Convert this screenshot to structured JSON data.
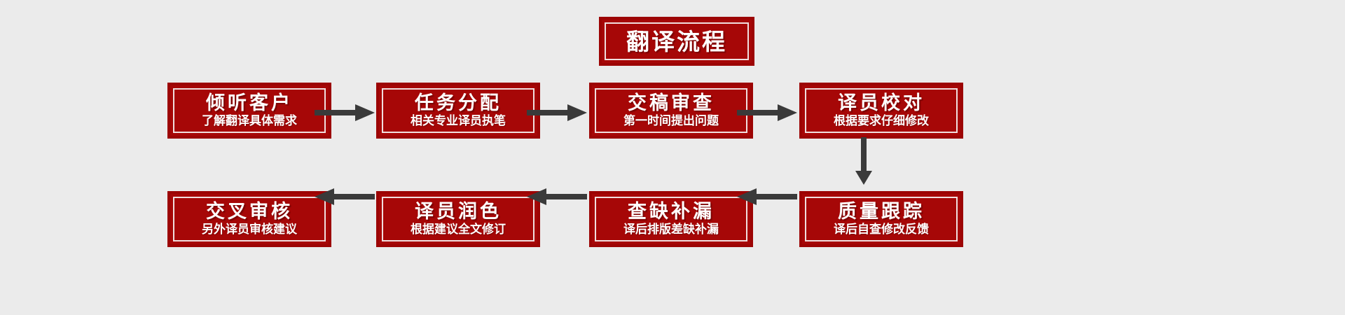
{
  "diagram": {
    "type": "flowchart",
    "title": "翻译流程",
    "background_color": "#ebebeb",
    "box_fill_color": "#a60707",
    "box_border_color": "#9c0404",
    "box_inner_border_color": "#f0dede",
    "text_color": "#ffffff",
    "arrow_color": "#3a3a3a",
    "steps": [
      {
        "index": 1,
        "head": "倾听客户",
        "sub": "了解翻译具体需求"
      },
      {
        "index": 2,
        "head": "任务分配",
        "sub": "相关专业译员执笔"
      },
      {
        "index": 3,
        "head": "交稿审查",
        "sub": "第一时间提出问题"
      },
      {
        "index": 4,
        "head": "译员校对",
        "sub": "根据要求仔细修改"
      },
      {
        "index": 5,
        "head": "质量跟踪",
        "sub": "译后自查修改反馈"
      },
      {
        "index": 6,
        "head": "查缺补漏",
        "sub": "译后排版差缺补漏"
      },
      {
        "index": 7,
        "head": "译员润色",
        "sub": "根据建议全文修订"
      },
      {
        "index": 8,
        "head": "交叉审核",
        "sub": "另外译员审核建议"
      }
    ],
    "connectors": [
      {
        "name": "arrow-step1-to-step2",
        "direction": "right"
      },
      {
        "name": "arrow-step2-to-step3",
        "direction": "right"
      },
      {
        "name": "arrow-step3-to-step4",
        "direction": "right"
      },
      {
        "name": "arrow-step4-to-step5",
        "direction": "down"
      },
      {
        "name": "arrow-step5-to-step6",
        "direction": "left"
      },
      {
        "name": "arrow-step6-to-step7",
        "direction": "left"
      },
      {
        "name": "arrow-step7-to-step8",
        "direction": "left"
      }
    ]
  }
}
